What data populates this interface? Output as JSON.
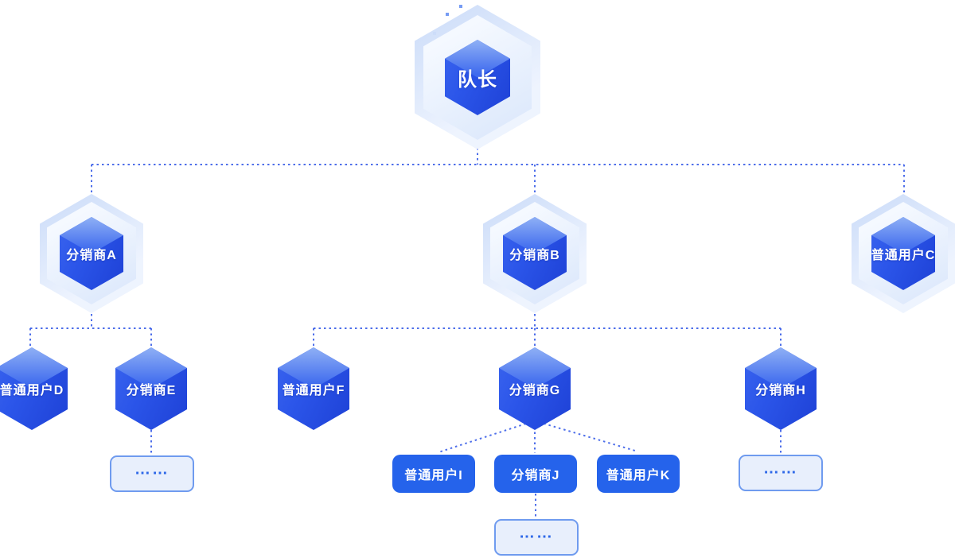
{
  "diagram": {
    "title_node": {
      "label": "队长"
    },
    "level2": {
      "a": {
        "label": "分销商A"
      },
      "b": {
        "label": "分销商B"
      },
      "c": {
        "label": "普通用户C"
      }
    },
    "level3": {
      "d": {
        "label": "普通用户D"
      },
      "e": {
        "label": "分销商E"
      },
      "f": {
        "label": "普通用户F"
      },
      "g": {
        "label": "分销商G"
      },
      "h": {
        "label": "分销商H"
      }
    },
    "level4": {
      "i": {
        "label": "普通用户I"
      },
      "j": {
        "label": "分销商J"
      },
      "k": {
        "label": "普通用户K"
      }
    },
    "ellipsis": {
      "under_e": "……",
      "under_h": "……",
      "under_j": "……"
    }
  },
  "colors": {
    "line": "#3e62e8",
    "cube_front": "#2b55e9",
    "cube_deep": "#1e41d6",
    "cube_top_light": "#8fb0f5",
    "cube_top_mid": "#3f6bee",
    "shell_a": "#c7d9f8",
    "shell_b": "#edf3fe",
    "ring_a": "#f5f9ff",
    "ring_b": "#d9e6fb",
    "button_bg": "#2563eb",
    "box_bg": "#e8effc",
    "box_border": "#6f9bef",
    "dots": "#2e68e8"
  }
}
